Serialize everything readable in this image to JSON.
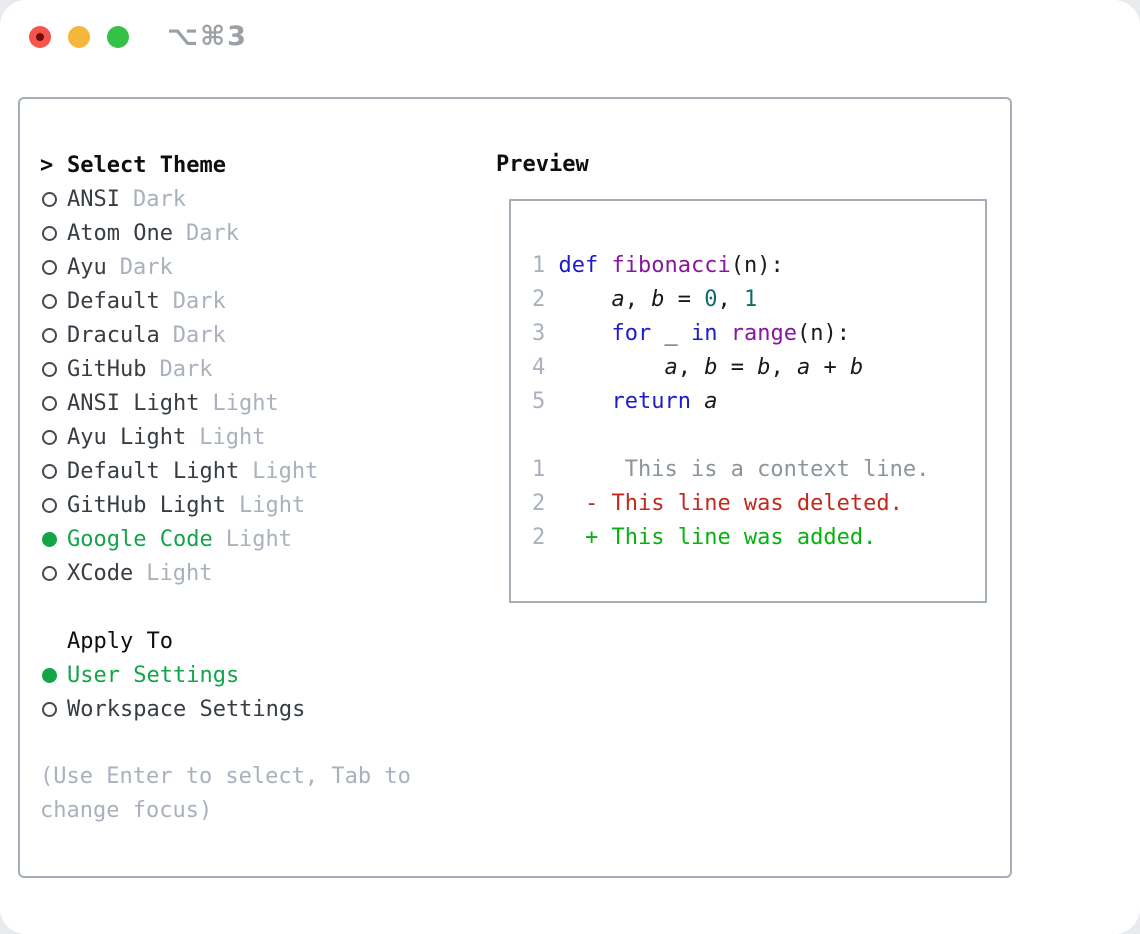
{
  "titlebar": {
    "shortcut": "⌥⌘3"
  },
  "theme_selector": {
    "prompt": ">",
    "title": "Select Theme",
    "themes": [
      {
        "name": "ANSI",
        "variant": "Dark",
        "selected": false
      },
      {
        "name": "Atom One",
        "variant": "Dark",
        "selected": false
      },
      {
        "name": "Ayu",
        "variant": "Dark",
        "selected": false
      },
      {
        "name": "Default",
        "variant": "Dark",
        "selected": false
      },
      {
        "name": "Dracula",
        "variant": "Dark",
        "selected": false
      },
      {
        "name": "GitHub",
        "variant": "Dark",
        "selected": false
      },
      {
        "name": "ANSI Light",
        "variant": "Light",
        "selected": false
      },
      {
        "name": "Ayu Light",
        "variant": "Light",
        "selected": false
      },
      {
        "name": "Default Light",
        "variant": "Light",
        "selected": false
      },
      {
        "name": "GitHub Light",
        "variant": "Light",
        "selected": false
      },
      {
        "name": "Google Code",
        "variant": "Light",
        "selected": true
      },
      {
        "name": "XCode",
        "variant": "Light",
        "selected": false
      }
    ],
    "apply_to": {
      "label": "Apply To",
      "options": [
        {
          "label": "User Settings",
          "selected": true
        },
        {
          "label": "Workspace Settings",
          "selected": false
        }
      ]
    },
    "help_lines": [
      "(Use Enter to select, Tab to",
      "change focus)"
    ]
  },
  "preview": {
    "title": "Preview",
    "lines": [
      {
        "num": "1",
        "tokens": [
          {
            "t": "def",
            "c": "kw"
          },
          {
            "t": " ",
            "c": "pl"
          },
          {
            "t": "fibonacci",
            "c": "fn"
          },
          {
            "t": "(n):",
            "c": "pl"
          }
        ]
      },
      {
        "num": "2",
        "tokens": [
          {
            "t": "    ",
            "c": "pl"
          },
          {
            "t": "a",
            "c": "var"
          },
          {
            "t": ", ",
            "c": "pl"
          },
          {
            "t": "b",
            "c": "var"
          },
          {
            "t": " = ",
            "c": "pl"
          },
          {
            "t": "0",
            "c": "num"
          },
          {
            "t": ", ",
            "c": "pl"
          },
          {
            "t": "1",
            "c": "num"
          }
        ]
      },
      {
        "num": "3",
        "tokens": [
          {
            "t": "    ",
            "c": "pl"
          },
          {
            "t": "for",
            "c": "kw"
          },
          {
            "t": " _ ",
            "c": "pl"
          },
          {
            "t": "in",
            "c": "kw"
          },
          {
            "t": " ",
            "c": "pl"
          },
          {
            "t": "range",
            "c": "fn"
          },
          {
            "t": "(n):",
            "c": "pl"
          }
        ]
      },
      {
        "num": "4",
        "tokens": [
          {
            "t": "        ",
            "c": "pl"
          },
          {
            "t": "a",
            "c": "var"
          },
          {
            "t": ", ",
            "c": "pl"
          },
          {
            "t": "b",
            "c": "var"
          },
          {
            "t": " = ",
            "c": "pl"
          },
          {
            "t": "b",
            "c": "var"
          },
          {
            "t": ", ",
            "c": "pl"
          },
          {
            "t": "a",
            "c": "var"
          },
          {
            "t": " + ",
            "c": "pl"
          },
          {
            "t": "b",
            "c": "var"
          }
        ]
      },
      {
        "num": "5",
        "tokens": [
          {
            "t": "    ",
            "c": "pl"
          },
          {
            "t": "return",
            "c": "kw"
          },
          {
            "t": " ",
            "c": "pl"
          },
          {
            "t": "a",
            "c": "var"
          }
        ]
      },
      {
        "num": "",
        "tokens": []
      },
      {
        "num": "1",
        "tokens": [
          {
            "t": "     This is a context line.",
            "c": "ctx"
          }
        ]
      },
      {
        "num": "2",
        "tokens": [
          {
            "t": "  - This line was deleted.",
            "c": "del"
          }
        ]
      },
      {
        "num": "2",
        "tokens": [
          {
            "t": "  + This line was added.",
            "c": "add"
          }
        ]
      }
    ]
  },
  "colors": {
    "accent_green": "#14a44a",
    "muted": "#a9b1bc",
    "text_dark": "#383d44",
    "header_black": "#0c0e10",
    "panel_border": "#a6aeb8",
    "keyword_blue": "#1d1dc7",
    "function_purple": "#8618a0",
    "literal_teal": "#0e6c6c",
    "code_plain": "#17191c",
    "diff_red": "#c3291b",
    "diff_green": "#06b30e",
    "context_gray": "#8d949c",
    "traffic_red": "#f4564d",
    "traffic_red_dot": "#750c07",
    "traffic_yellow": "#f5b63c",
    "traffic_green": "#35c147",
    "titlebar_gray": "#9aa0a6"
  }
}
